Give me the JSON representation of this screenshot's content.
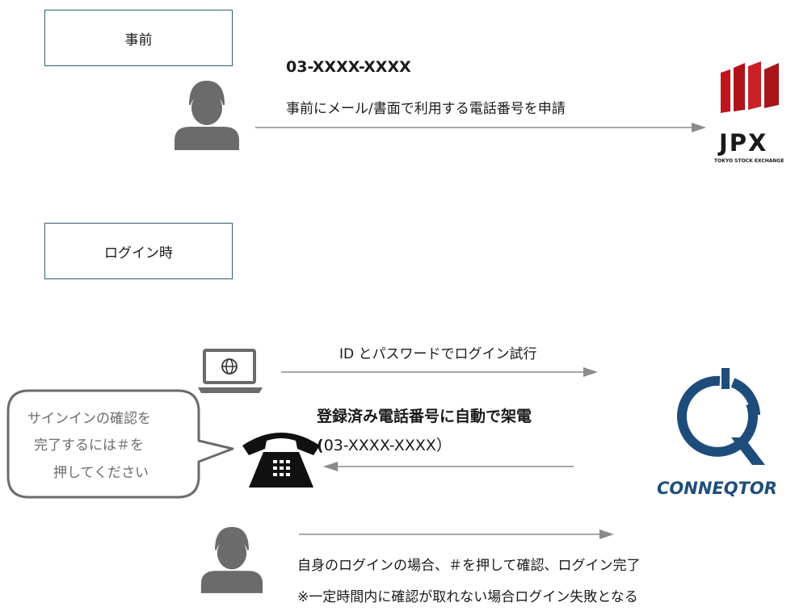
{
  "sections": {
    "before_label": "事前",
    "login_label": "ログイン時"
  },
  "step_before": {
    "phone_number": "03-XXXX-XXXX",
    "description": "事前にメール/書面で利用する電話番号を申請"
  },
  "jpx_logo": {
    "letters": "JPX",
    "subtitle": "TOKYO STOCK EXCHANGE"
  },
  "step_login": {
    "attempt": "ID とパスワードでログイン試行",
    "call_title": "登録済み電話番号に自動で架電",
    "call_number_open": "(",
    "call_number": "03-XXXX-XXXX",
    "call_number_close": "）"
  },
  "speech_bubble": {
    "line1": "サインインの確認を",
    "line2": "完了するには＃を",
    "line3": "押してください"
  },
  "conneqtor_logo": {
    "name": "CONNEQTOR"
  },
  "step_confirm": {
    "action": "自身のログインの場合、＃を押して確認、ログイン完了",
    "note": "※一定時間内に確認が取れない場合ログイン失敗となる"
  },
  "colors": {
    "box_border": "#2d5f6d",
    "person": "#6b6b6b",
    "arrow": "#8a8a8a",
    "jpx_red": "#c0151b",
    "conneqtor_blue": "#1e4d7b"
  },
  "icons": [
    "person-icon",
    "laptop-globe-icon",
    "telephone-icon",
    "jpx-logo",
    "conneqtor-logo"
  ]
}
